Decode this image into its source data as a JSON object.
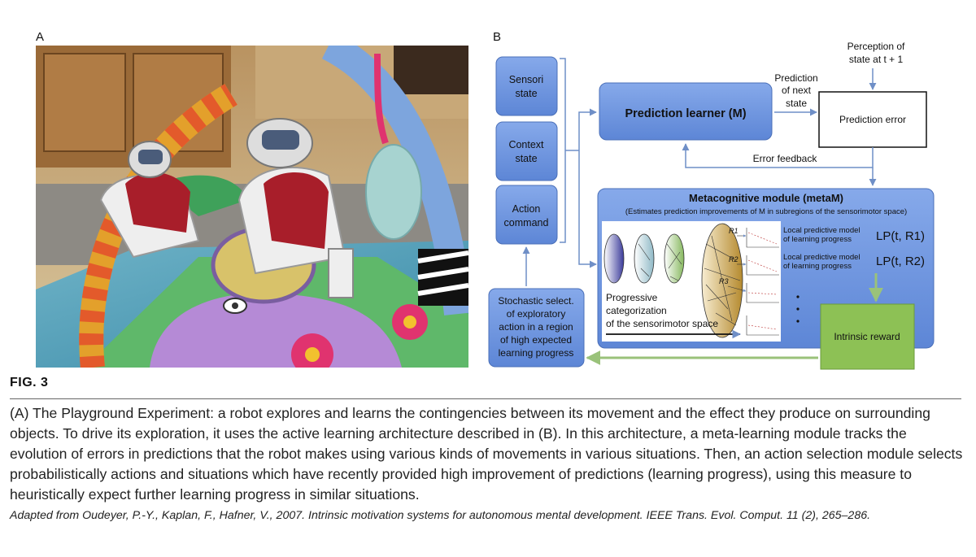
{
  "panels": {
    "a_label": "A",
    "b_label": "B"
  },
  "diagram": {
    "sensori_state": [
      "Sensori",
      "state"
    ],
    "context_state": [
      "Context",
      "state"
    ],
    "action_command": [
      "Action",
      "command"
    ],
    "prediction_learner": "Prediction learner (M)",
    "prediction_of_next_state": [
      "Prediction",
      "of next",
      "state"
    ],
    "perception": [
      "Perception of",
      "state at t + 1"
    ],
    "prediction_error": "Prediction error",
    "error_feedback": "Error feedback",
    "metacognitive_title": "Metacognitive module (metaM)",
    "metacognitive_subtitle": "(Estimates prediction improvements of M in subregions of the sensorimotor space)",
    "progressive": [
      "Progressive",
      "categorization",
      "of the sensorimotor space"
    ],
    "local_model_1": [
      "Local predictive model",
      "of learning progress"
    ],
    "local_model_2": [
      "Local predictive model",
      "of learning progress"
    ],
    "lp_1": "LP(t, R1)",
    "lp_2": "LP(t, R2)",
    "r1": "R1",
    "r2": "R2",
    "r3": "R3",
    "intrinsic_reward": "Intrinsic reward",
    "stochastic": [
      "Stochastic select.",
      "of exploratory",
      "action in a region",
      "of high expected",
      "learning progress"
    ]
  },
  "figure": {
    "label": "FIG. 3",
    "caption": "(A) The Playground Experiment: a robot explores and learns the contingencies between its movement and the effect they produce on surrounding objects. To drive its exploration, it uses the active learning architecture described in (B). In this architecture, a meta-learning module tracks the evolution of errors in predictions that the robot makes using various kinds of movements in various situations. Then, an action selection module selects probabilistically actions and situations which have recently provided high improvement of predictions (learning progress), using this measure to heuristically expect further learning progress in similar situations.",
    "credit": "Adapted from Oudeyer, P.-Y., Kaplan, F., Hafner, V., 2007. Intrinsic motivation systems for autonomous mental development. IEEE Trans. Evol. Comput. 11 (2), 265–286."
  },
  "colors": {
    "box_blue": "#6f96e0",
    "box_border": "#4a6fb8",
    "arrow_blue": "#6f8fc7",
    "reward_green": "#8dc155",
    "arrow_green": "#9ac27a"
  }
}
